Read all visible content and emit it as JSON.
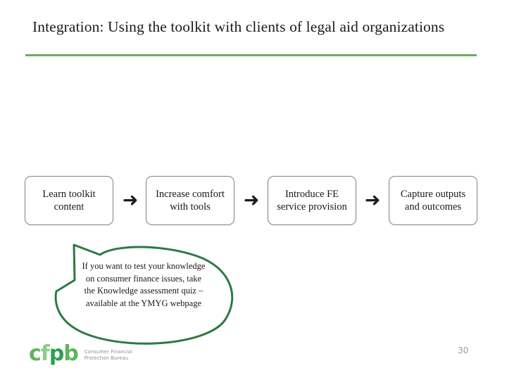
{
  "slide": {
    "title": "Integration: Using the toolkit with clients of legal aid organizations",
    "page_number": "30",
    "accent_green": "#6cab5e",
    "bubble_green": "#2b7a42",
    "box_border_gray": "#808080"
  },
  "process": {
    "arrow_glyph": "➜",
    "steps": [
      {
        "label": "Learn toolkit content"
      },
      {
        "label": "Increase comfort with tools"
      },
      {
        "label": "Introduce FE service provision"
      },
      {
        "label": "Capture outputs and outcomes"
      }
    ]
  },
  "callout": {
    "text": "If you want to test your knowledge on consumer finance issues, take the Knowledge assessment quiz – available at the YMYG webpage"
  },
  "logo": {
    "wordmark_c": "c",
    "wordmark_f": "f",
    "wordmark_p": "p",
    "wordmark_b": "b",
    "tagline_line1": "Consumer Financial",
    "tagline_line2": "Protection Bureau"
  }
}
